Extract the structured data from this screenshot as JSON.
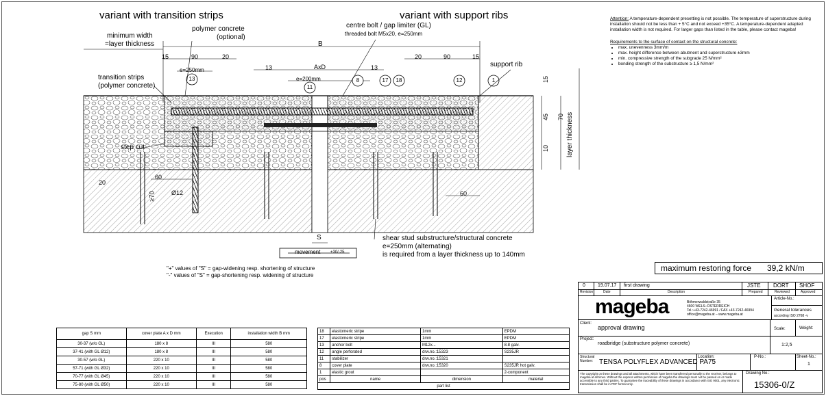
{
  "titles": {
    "left": "variant with transition strips",
    "right": "variant with support ribs"
  },
  "labels": {
    "minimum_width": "minimum width",
    "layer_thickness_eq": "=layer thickness",
    "polymer_concrete": "polymer concrete",
    "optional": "(optional)",
    "centre_bolt": "centre bolt / gap limiter (GL)",
    "threaded_bolt": "threaded bolt M5x20, e=250mm",
    "transition_strips": "transition strips",
    "transition_strips_sub": "(polymer concrete)",
    "support_rib": "support rib",
    "step_cut": "step cut",
    "layer_thickness": "layer thickness",
    "shear_stud_1": "shear stud substructure/structural concrete",
    "shear_stud_2": "e=250mm (alternating)",
    "shear_stud_3": "is required from a layer thickness up to 140mm",
    "movement": "movement",
    "movement_range": "+30/-25",
    "s_label": "S",
    "plus_note": "\"+\" values of \"S\" = gap-widening resp. shortening of structure",
    "minus_note": "\"-\" values of \"S\" = gap-shortening resp. widening of structure"
  },
  "dims": {
    "B": "B",
    "AxD": "AxD",
    "d15a": "15",
    "d90a": "90",
    "d20a": "20",
    "d13a": "13",
    "d13b": "13",
    "d20b": "20",
    "d90b": "90",
    "d15b": "15",
    "e250": "e=250mm",
    "e200": "e=200mm",
    "d60a": "60",
    "d12": "Ø12",
    "d70": "≥70",
    "d20c": "20",
    "d60b": "60",
    "v15": "15",
    "v45": "45",
    "v10": "10",
    "v70": "70"
  },
  "callouts": [
    "13",
    "11",
    "8",
    "17",
    "18",
    "12",
    "1"
  ],
  "attention": {
    "title": "Attention:",
    "text": " A temperature-dependent presetting is not possible. The temperature of superstructure during installation should not be less than + 5°C and not exceed +35°C. A temperature-dependent adapted installation width is not required. For larger gaps than listed in the table, please contact mageba!",
    "req_title": "Requirements to the surface of contact on the structural concrete:",
    "reqs": [
      "max. unevenness 3mm/m",
      "max. height difference between abutment and superstructure ±3mm",
      "min. compressive strength of the subgrade 25 N/mm²",
      "bonding strength of the substructure ≥ 1,5 N/mm²"
    ]
  },
  "restoring": {
    "label": "maximum restoring force",
    "value": "39,2 kN/m"
  },
  "gap_table": {
    "headers": [
      "gap S mm",
      "cover plate A x D mm",
      "Execution",
      "installation width B mm"
    ],
    "rows": [
      [
        "30-37 (w/o GL)",
        "180 x 8",
        "III",
        "580"
      ],
      [
        "37-41 (with GL Ø12)",
        "180 x 8",
        "III",
        "580"
      ],
      [
        "30-57 (w/o GL)",
        "220 x 10",
        "III",
        "580"
      ],
      [
        "57-71 (with GL Ø32)",
        "220 x 10",
        "III",
        "580"
      ],
      [
        "70-77 (with GL Ø45)",
        "220 x 10",
        "III",
        "580"
      ],
      [
        "75-80 (with GL Ø50)",
        "220 x 10",
        "III",
        "580"
      ]
    ]
  },
  "parts_list": {
    "rows": [
      [
        "18",
        "elastomeric stripe",
        "1mm",
        "EPDM"
      ],
      [
        "17",
        "elastomeric stripe",
        "1mm",
        "EPDM"
      ],
      [
        "13",
        "anchor bolt",
        "M12x...",
        "8.8 galv."
      ],
      [
        "12",
        "angle perforated",
        "drw.no.:15323",
        "S235JR"
      ],
      [
        "11",
        "stabilizer",
        "drw.no.:15321",
        ""
      ],
      [
        "8",
        "cover plate",
        "drw.no.:15320",
        "S235JR hot galv."
      ],
      [
        "1",
        "elastic grout",
        "",
        "2-component"
      ]
    ],
    "headers": [
      "pos",
      "name",
      "dimension",
      "material"
    ],
    "footer": "part list"
  },
  "title_block": {
    "rev": "0",
    "date": "19.07.17",
    "desc": "first drawing",
    "jste": "JSTE",
    "dort": "DORT",
    "shof": "SHOF",
    "rev_h": "Revision",
    "date_h": "Date",
    "desc_h": "Description",
    "prepared": "Prepared",
    "reviewed": "Reviewed",
    "approved": "Approved",
    "logo": "mageba",
    "addr1": "Böhmerwaldstraße 35",
    "addr2": "4600 WELS–ÖSTERREICH",
    "addr3": "Tel.:+43-7242-46991 / FAX +43-7242-46994",
    "addr4": "office@mageba.at – www.mageba.at",
    "article_no": "Article-No.:",
    "general_tol": "General tolerances",
    "iso": "according ISO 2768 -v",
    "client_h": "Client:",
    "client": "approval drawing",
    "scale_h": "Scale:",
    "weight_h": "Weight:",
    "project_h": "Project:",
    "project": "roadbridge (substructure polymer concrete)",
    "scale": "1:2,5",
    "structural_h": "Structural Number:",
    "structural": "TENSA POLYFLEX ADVANCED PA75",
    "location_h": "Location:",
    "pno_h": "P-No.:",
    "sheet_h": "Sheet-No.:",
    "sheet": "1",
    "copyright": "The copyright on these drawings and all attachments, which have been transferred personally to the receiver, belongs to mageba at all times. Without the express written permission of mageba the drawings must not be passed on or made accessible to any third parties. To guarantee the traceability of these drawings in accordance with ISO 9001, any electronic transmission shall be in PDF format only.",
    "drawing_h": "Drawing No.:",
    "drawing": "15306-0/Z"
  }
}
